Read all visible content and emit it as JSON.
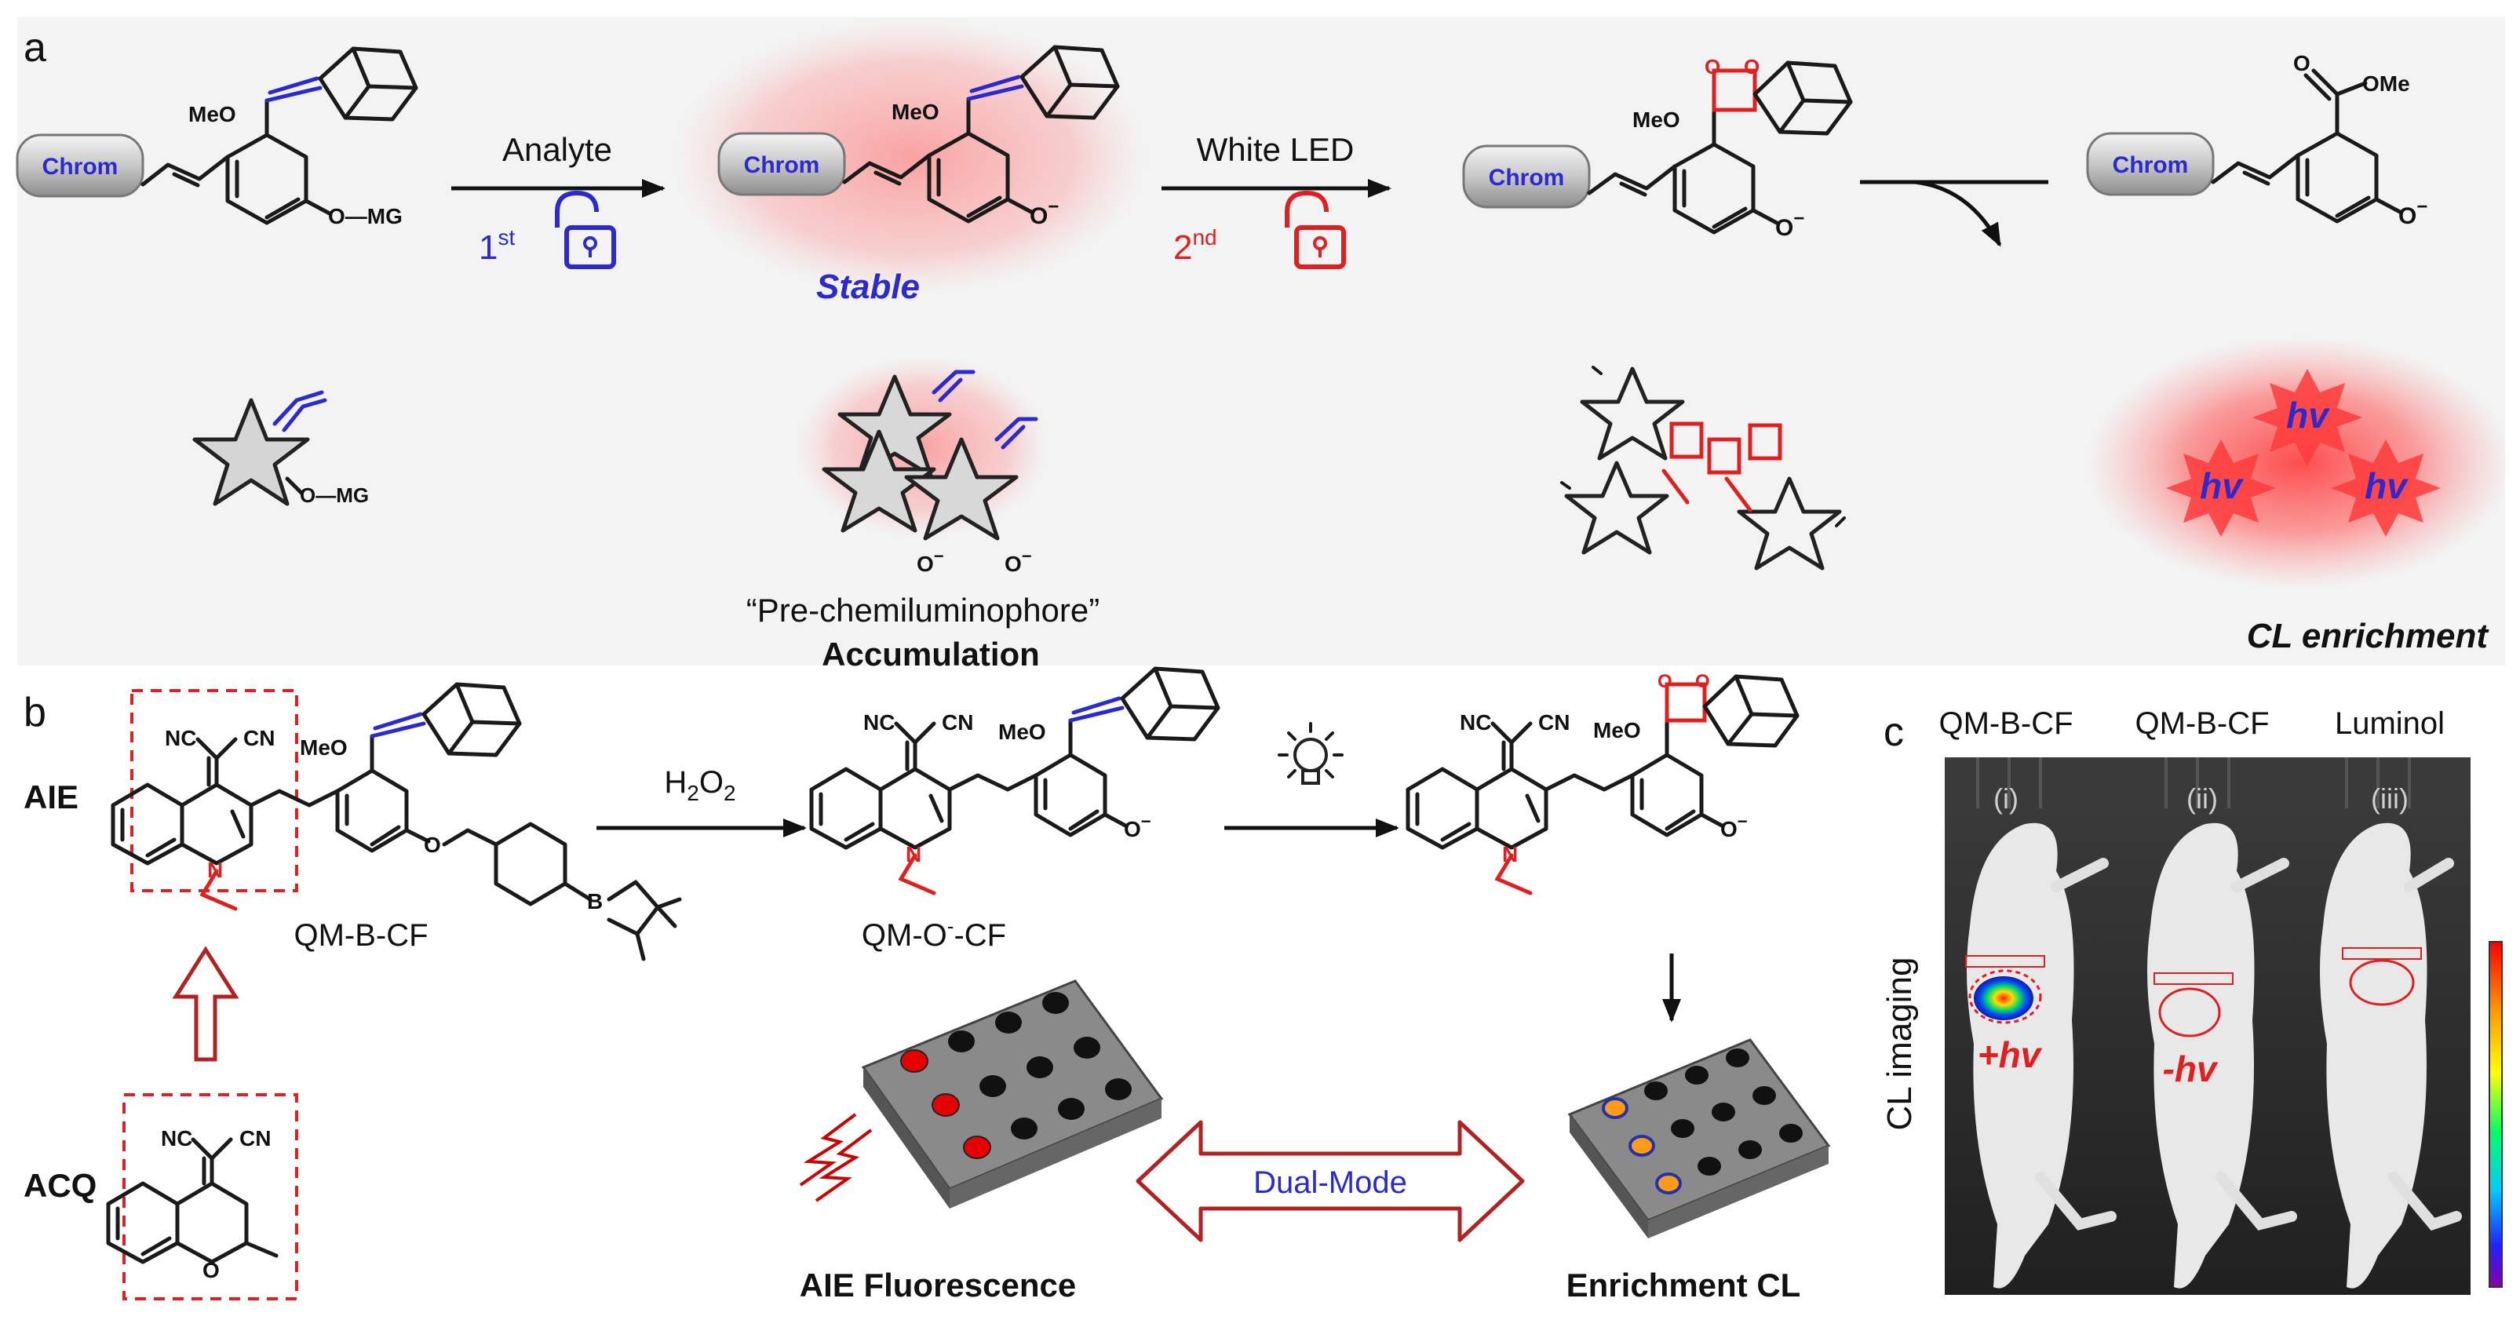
{
  "panels": {
    "a": "a",
    "b": "b",
    "c": "c"
  },
  "panel_a": {
    "chrom": "Chrom",
    "meo": "MeO",
    "omg": "O—MG",
    "o_minus": "O",
    "minus": "−",
    "ome": "OMe",
    "o_atom": "O",
    "step1_label": "Analyte",
    "step1_ord": "1",
    "step1_sup": "st",
    "step2_label": "White LED",
    "step2_ord": "2",
    "step2_sup": "nd",
    "stable": "Stable",
    "pre_chemi": "“Pre-chemiluminophore”",
    "accumulation": "Accumulation",
    "hv": "hv",
    "cl_enrichment": "CL enrichment",
    "star_omg": "O—MG"
  },
  "panel_b": {
    "nc": "NC",
    "cn": "CN",
    "n": "N",
    "o": "O",
    "b": "B",
    "meo": "MeO",
    "o_minus": "O",
    "minus": "−",
    "aie": "AIE",
    "acq": "ACQ",
    "qmbcf": "QM-B-CF",
    "h2o2_main": "H",
    "h2o2_sub": "2",
    "h2o2_o": "O",
    "h2o2_sub2": "2",
    "qmo_a": "QM-O",
    "qmo_sup": "-",
    "qmo_b": "-CF",
    "dual_mode": "Dual-Mode",
    "aie_fluor": "AIE Fluorescence",
    "enrich_cl": "Enrichment CL"
  },
  "panel_c": {
    "col1": "QM-B-CF",
    "col2": "QM-B-CF",
    "col3": "Luminol",
    "roman1": "(i)",
    "roman2": "(ii)",
    "roman3": "(iii)",
    "plus_hv": "+hv",
    "minus_hv": "-hv",
    "side_label": "CL imaging"
  },
  "colors": {
    "red": "#e02020",
    "blue": "#2a2ad0",
    "panel_bg": "#f3f3f3",
    "dark_red": "#b22222"
  }
}
